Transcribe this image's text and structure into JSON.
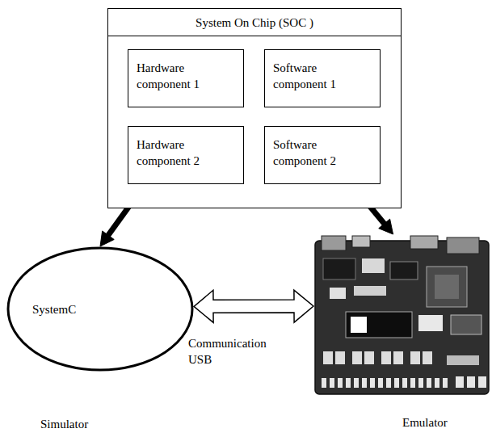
{
  "diagram": {
    "nodes": [
      {
        "text": [
          "System On Chip (SOC )"
        ]
      },
      {
        "text": [
          "Hardware component 1"
        ],
        "in": 0
      },
      {
        "text": [
          "Software component 1"
        ],
        "in": 0
      },
      {
        "text": [
          "Hardware component 2"
        ],
        "in": 0
      },
      {
        "text": [
          "Software component 2"
        ],
        "in": 0
      },
      {
        "text": [
          "SystemC",
          "Simulator"
        ]
      },
      {
        "text": [
          "Emulator"
        ]
      }
    ],
    "edges": [
      {
        "from": 3,
        "to": 5,
        "arrow": "to"
      },
      {
        "from": 4,
        "to": 6,
        "arrow": "to"
      },
      {
        "from": 5,
        "to": 6,
        "label": "Communication USB",
        "arrow": "both"
      }
    ]
  }
}
